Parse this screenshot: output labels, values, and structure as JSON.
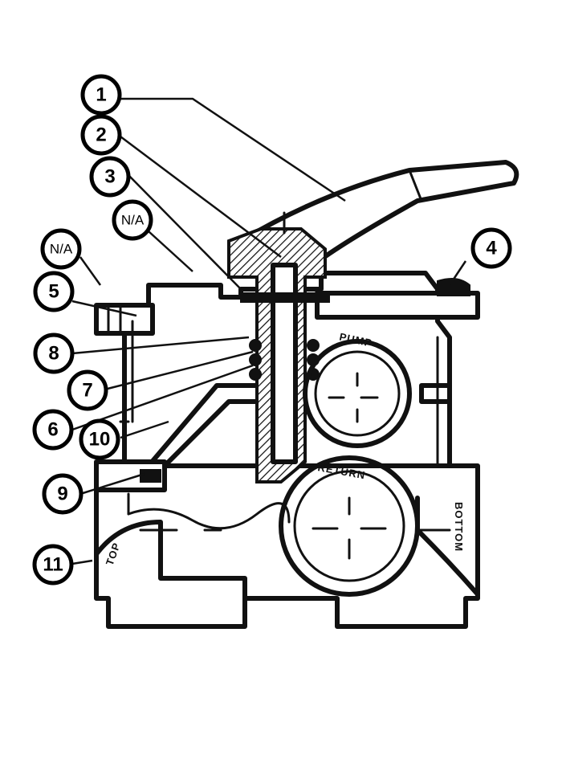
{
  "callouts": [
    {
      "id": "c1",
      "label": "1"
    },
    {
      "id": "c2",
      "label": "2"
    },
    {
      "id": "c3",
      "label": "3"
    },
    {
      "id": "cna1",
      "label": "N/A"
    },
    {
      "id": "cna2",
      "label": "N/A"
    },
    {
      "id": "c4",
      "label": "4"
    },
    {
      "id": "c5",
      "label": "5"
    },
    {
      "id": "c8",
      "label": "8"
    },
    {
      "id": "c7",
      "label": "7"
    },
    {
      "id": "c6",
      "label": "6"
    },
    {
      "id": "c10",
      "label": "10"
    },
    {
      "id": "c9",
      "label": "9"
    },
    {
      "id": "c11",
      "label": "11"
    }
  ],
  "ports": {
    "pump": "PUMP",
    "return": "RETURN",
    "top": "TOP",
    "bottom": "BOTTOM"
  }
}
